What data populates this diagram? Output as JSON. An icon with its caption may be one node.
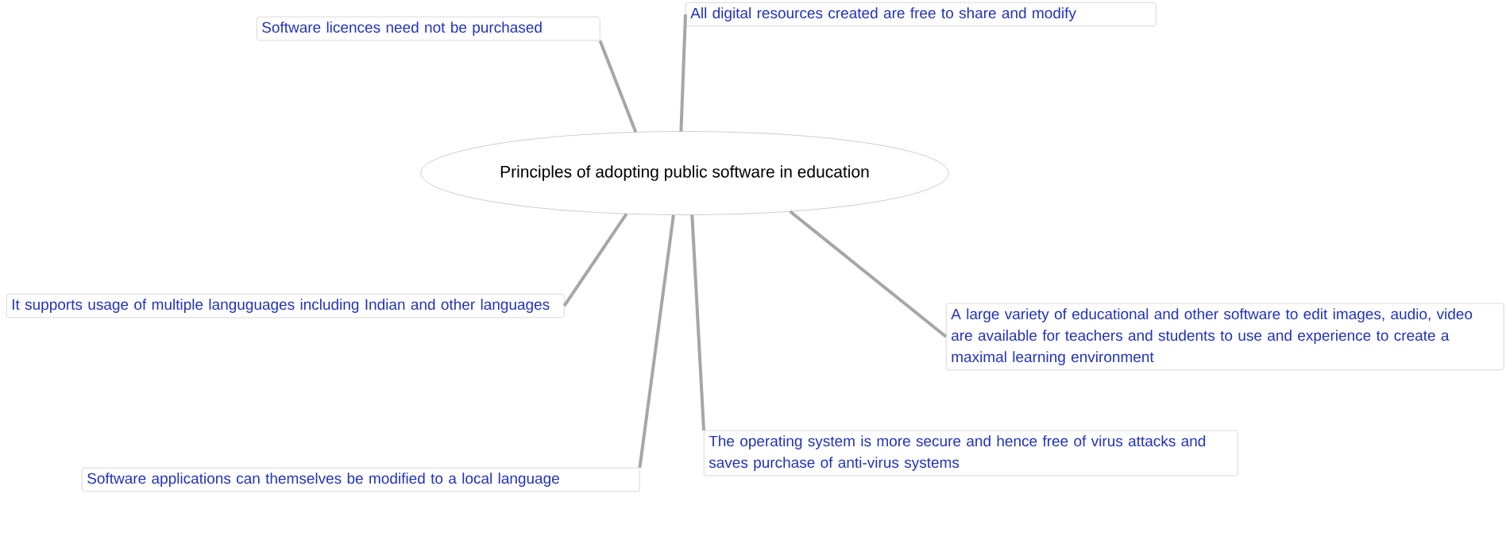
{
  "diagram": {
    "nodes": [
      {
        "text": [
          "Principles of adopting public software in education"
        ]
      },
      {
        "text": [
          "Software licences need not be purchased"
        ]
      },
      {
        "text": [
          "All digital resources created are free to share and modify"
        ]
      },
      {
        "text": [
          "It supports usage of multiple languguages including Indian and other languages"
        ]
      },
      {
        "text": [
          "A large variety of educational and other software to edit images, audio, video are available for teachers and students to use and experience to create a maximal learning environment"
        ]
      },
      {
        "text": [
          "The operating system is more secure and hence free of virus attacks and saves purchase of anti-virus systems"
        ]
      },
      {
        "text": [
          "Software applications can themselves be modified to a local language"
        ]
      }
    ],
    "edges": [
      {
        "from": 0,
        "to": 1,
        "arrow": "none"
      },
      {
        "from": 0,
        "to": 2,
        "arrow": "none"
      },
      {
        "from": 0,
        "to": 3,
        "arrow": "none"
      },
      {
        "from": 0,
        "to": 4,
        "arrow": "none"
      },
      {
        "from": 0,
        "to": 5,
        "arrow": "none"
      },
      {
        "from": 0,
        "to": 6,
        "arrow": "none"
      }
    ]
  }
}
